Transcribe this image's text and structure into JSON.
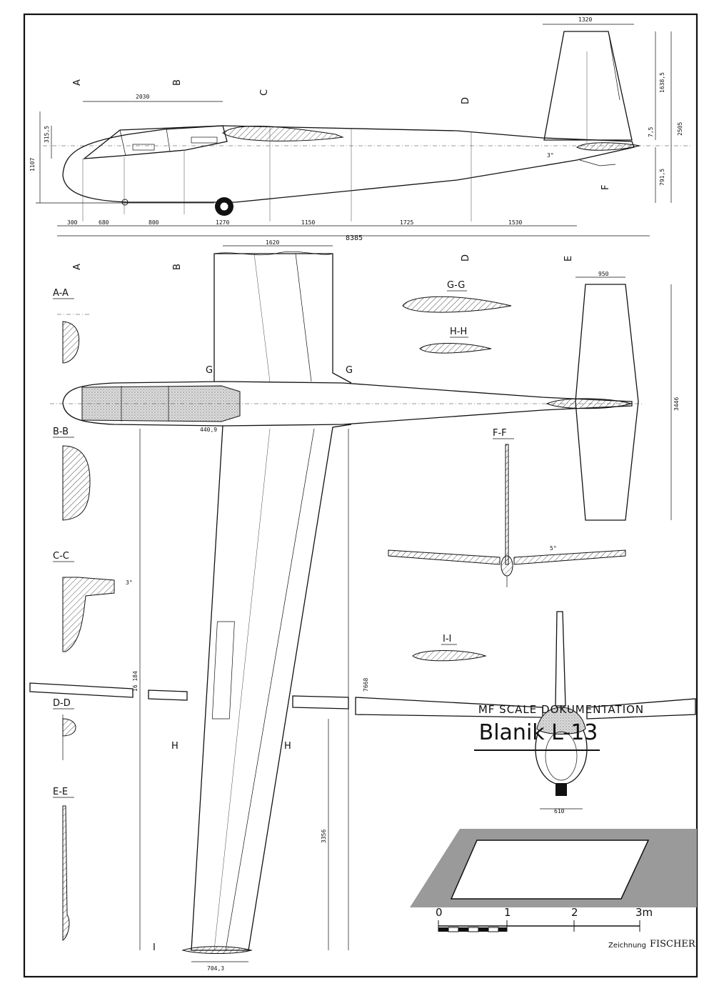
{
  "title_block": {
    "subtitle": "MF  SCALE DOKUMENTATION",
    "title": "Blanik L-13"
  },
  "scale_bar": {
    "labels": [
      "0",
      "1",
      "2",
      "3m"
    ]
  },
  "credit": {
    "prefix": "Zeichnung",
    "author": "FISCHER"
  },
  "section_labels": {
    "A": "A",
    "B": "B",
    "C": "C",
    "D": "D",
    "E": "E",
    "F": "F",
    "G": "G",
    "H": "H",
    "I": "I",
    "AA": "A-A",
    "BB": "B-B",
    "CC": "C-C",
    "DD": "D-D",
    "EE": "E-E",
    "FF": "F-F",
    "GG": "G-G",
    "HH": "H-H",
    "II": "I-I"
  },
  "dimensions": {
    "side_cockpit": "2030",
    "fin_chord": "1320",
    "fin_height": "1638,5",
    "tail_gap": "7,5",
    "total_height": "2505",
    "lower_tail": "791,5",
    "fuselage_height": "1107",
    "canopy_height": "315,5",
    "incidence": "3°",
    "seg_300": "300",
    "seg_680": "680",
    "seg_800": "800",
    "seg_1270": "1270",
    "seg_1150": "1150",
    "seg_1725": "1725",
    "seg_1530": "1530",
    "length": "8385",
    "root_chord": "1620",
    "stab_chord": "950",
    "stab_span": "3446",
    "fuselage_width": "440,9",
    "wingspan": "16 184",
    "half_span": "7668",
    "aileron": "3356",
    "tip_chord": "704,3",
    "dihedral": "5°",
    "front_width": "610",
    "cc_angle": "3°"
  }
}
